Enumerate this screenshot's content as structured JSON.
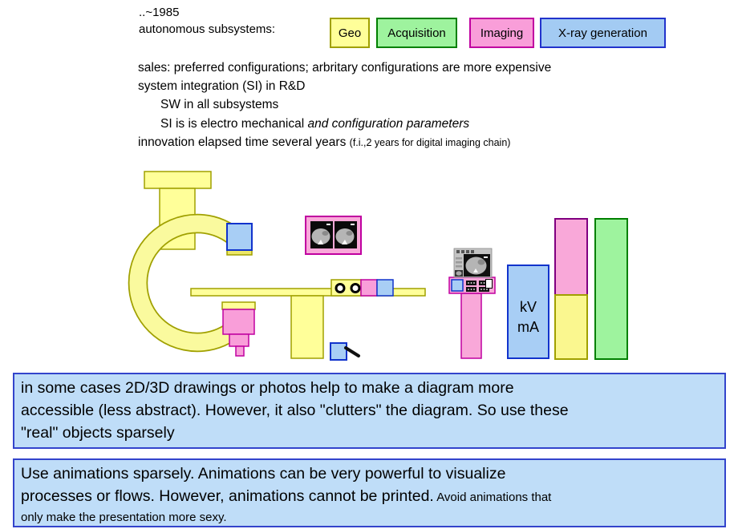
{
  "palette": {
    "yellow_fill": "#FFFF99",
    "yellow_border": "#A0A000",
    "green_fill": "#9EF39E",
    "green_border": "#008000",
    "pink_fill": "#F99ED9",
    "pink_border": "#C000A0",
    "blue_fill": "#A8CEF5",
    "blue_border": "#2233CC",
    "callout_fill": "#BFDDF8",
    "callout_border": "#3344CC",
    "bar_purple_border": "#800080"
  },
  "header": {
    "era_label": "..~1985",
    "subsystems_label": "autonomous subsystems:",
    "legend": [
      {
        "label": "Geo"
      },
      {
        "label": "Acquisition"
      },
      {
        "label": "Imaging"
      },
      {
        "label": "X-ray generation"
      }
    ]
  },
  "notes": {
    "line1": "sales: preferred configurations; arbritary configurations are more expensive",
    "line2": "system integration (SI) in R&D",
    "line3": "SW in all subsystems",
    "line4_normal": "SI is is electro mechanical ",
    "line4_italic": "and configuration parameters",
    "line5_normal": "innovation elapsed time several years ",
    "line5_small": "(f.i.,2 years for digital imaging chain)"
  },
  "machine": {
    "kv_label": "kV",
    "ma_label": "mA"
  },
  "callouts": {
    "drawings": {
      "lines": [
        "in some cases 2D/3D drawings or photos help to make a diagram more",
        "accessible (less abstract). However, it also \"clutters\" the diagram. So use these",
        "\"real\" objects sparsely"
      ]
    },
    "animations": {
      "line1": "Use animations sparsely. Animations can be very powerful to visualize",
      "line2_large": "processes or flows. However, animations cannot be printed.",
      "line2_small": " Avoid animations that",
      "line3_small": "only make the presentation more sexy."
    }
  }
}
